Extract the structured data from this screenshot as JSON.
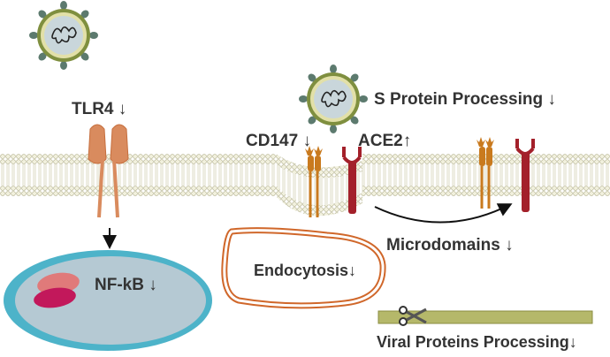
{
  "labels": {
    "tlr4": "TLR4",
    "tlr4_arrow": "↓",
    "s_protein": "S Protein Processing",
    "s_protein_arrow": "↓",
    "cd147": "CD147",
    "cd147_arrow": "↓",
    "ace2": "ACE2",
    "ace2_arrow": "↑",
    "microdomains": "Microdomains",
    "microdomains_arrow": "↓",
    "endocytosis": "Endocytosis",
    "endocytosis_arrow": "↓",
    "nfkb": "NF-kB",
    "nfkb_arrow": "↓",
    "viral_proteins": "Viral Proteins Processing",
    "viral_proteins_arrow": "↓"
  },
  "icons": {
    "virus": "virus-icon",
    "receptor_tlr4": "tlr4-receptor-icon",
    "receptor_cd147": "cd147-receptor-icon",
    "receptor_ace2": "ace2-receptor-icon",
    "nucleus": "nucleus-icon",
    "vesicle": "endocytic-vesicle-icon",
    "scissors": "scissors-icon",
    "membrane": "lipid-bilayer"
  },
  "colors": {
    "virus_shell": "#7f8f3f",
    "virus_inner": "#c9d6db",
    "spike": "#5c7a6e",
    "tlr4": "#d98b5e",
    "cd147": "#c97a1e",
    "ace2": "#a3202a",
    "nucleus_outer": "#4db3c9",
    "nucleus_inner": "#b5c9d3",
    "nfkb_a": "#e07a7a",
    "nfkb_b": "#c2185b",
    "vesicle": "#d0672a",
    "viral_protein_bar": "#b5b86a",
    "membrane": "#d6d4b4"
  }
}
